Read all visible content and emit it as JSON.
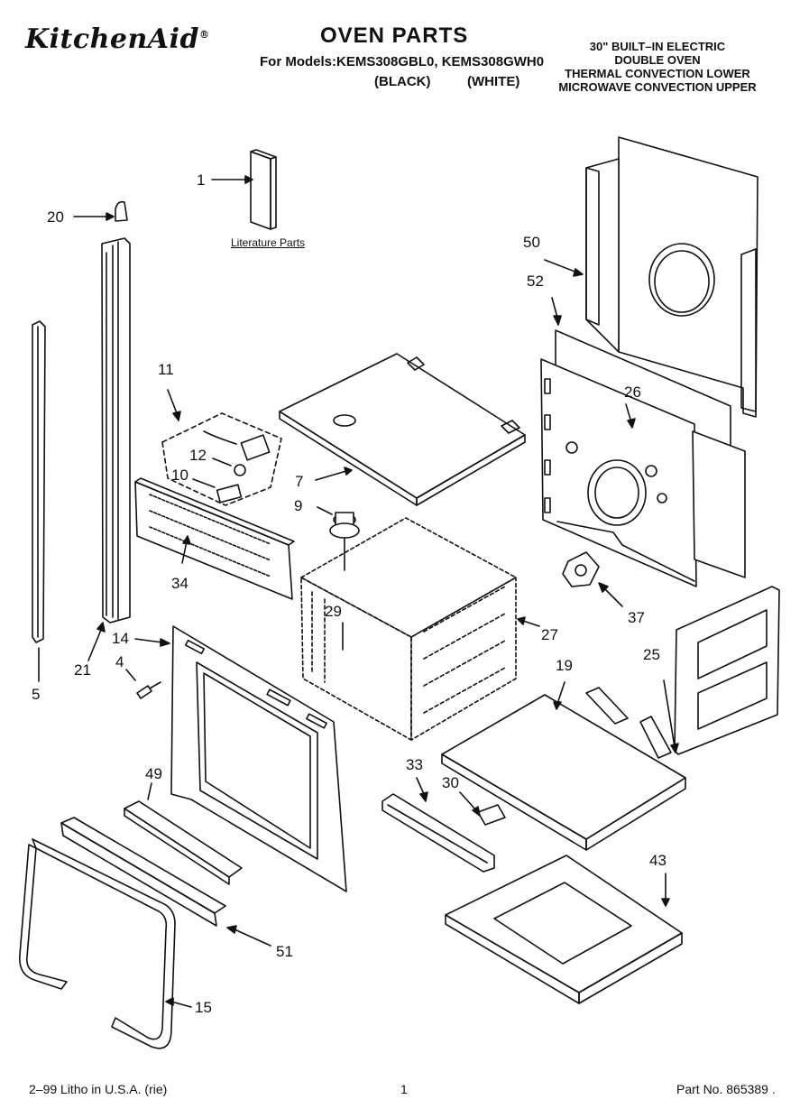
{
  "header": {
    "brand": "KitchenAid",
    "brand_mark": "®",
    "title": "OVEN PARTS",
    "models_line": "For Models:KEMS308GBL0, KEMS308GWH0",
    "variant_black": "(BLACK)",
    "variant_white": "(WHITE)",
    "description": [
      "30\" BUILT–IN ELECTRIC",
      "DOUBLE OVEN",
      "THERMAL CONVECTION LOWER",
      "MICROWAVE CONVECTION UPPER"
    ]
  },
  "callouts": [
    "1",
    "20",
    "50",
    "52",
    "11",
    "26",
    "12",
    "10",
    "7",
    "9",
    "34",
    "37",
    "29",
    "27",
    "14",
    "4",
    "21",
    "5",
    "19",
    "25",
    "49",
    "33",
    "30",
    "43",
    "51",
    "15"
  ],
  "literature_label": "Literature Parts",
  "footer": {
    "left": "2–99 Litho in U.S.A. (rie)",
    "center": "1",
    "right": "Part No. 865389 ."
  },
  "colors": {
    "ink": "#111111",
    "paper": "#ffffff"
  }
}
